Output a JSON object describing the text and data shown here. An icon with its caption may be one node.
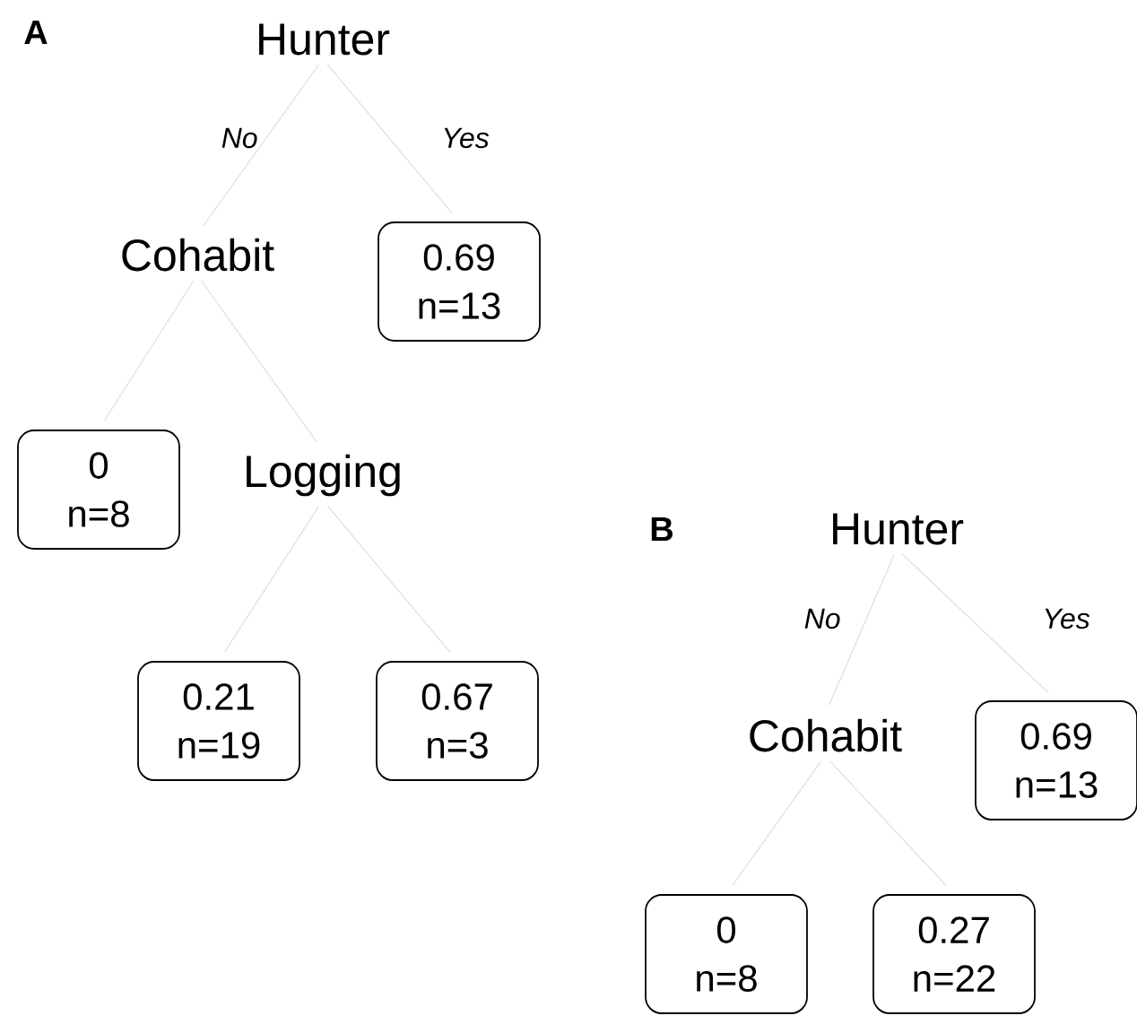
{
  "diagram": {
    "nodes": [
      {
        "text": [
          "Hunter"
        ]
      },
      {
        "text": [
          "Cohabit"
        ]
      },
      {
        "text": [
          "0.69",
          "n=13"
        ]
      },
      {
        "text": [
          "0",
          "n=8"
        ]
      },
      {
        "text": [
          "Logging"
        ]
      },
      {
        "text": [
          "0.21",
          "n=19"
        ]
      },
      {
        "text": [
          "0.67",
          "n=3"
        ]
      },
      {
        "text": [
          "Hunter"
        ]
      },
      {
        "text": [
          "Cohabit"
        ]
      },
      {
        "text": [
          "0.69",
          "n=13"
        ]
      },
      {
        "text": [
          "0",
          "n=8"
        ]
      },
      {
        "text": [
          "0.27",
          "n=22"
        ]
      }
    ],
    "edges": [
      {
        "from": 0,
        "to": 1,
        "arrow": "none",
        "label": "No"
      },
      {
        "from": 0,
        "to": 2,
        "arrow": "none",
        "label": "Yes"
      },
      {
        "from": 1,
        "to": 3,
        "arrow": "none"
      },
      {
        "from": 1,
        "to": 4,
        "arrow": "none"
      },
      {
        "from": 4,
        "to": 5,
        "arrow": "none"
      },
      {
        "from": 4,
        "to": 6,
        "arrow": "none"
      },
      {
        "from": 7,
        "to": 8,
        "arrow": "none",
        "label": "No"
      },
      {
        "from": 7,
        "to": 9,
        "arrow": "none",
        "label": "Yes"
      },
      {
        "from": 8,
        "to": 10,
        "arrow": "none"
      },
      {
        "from": 8,
        "to": 11,
        "arrow": "none"
      }
    ],
    "labels": [
      "A",
      "B"
    ]
  }
}
